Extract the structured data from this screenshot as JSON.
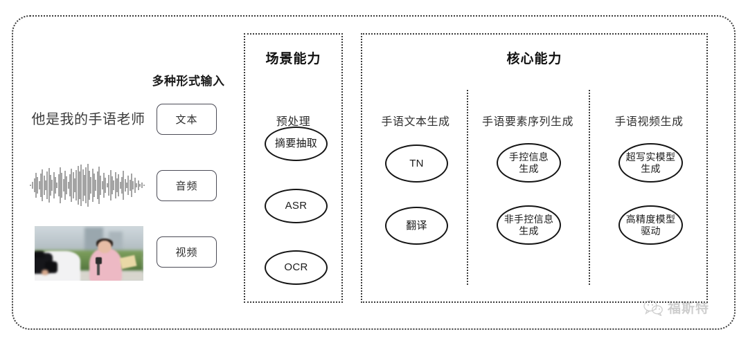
{
  "diagram": {
    "input_section": {
      "heading": "多种形式输入",
      "sample_text": "他是我的手语老师",
      "waveform_name": "audio-waveform",
      "video_thumb_name": "video-thumbnail",
      "chips": [
        {
          "label": "文本"
        },
        {
          "label": "音频"
        },
        {
          "label": "视频"
        }
      ]
    },
    "scene_panel": {
      "title": "场景能力",
      "subtitle": "预处理",
      "nodes": [
        {
          "label": "摘要抽取"
        },
        {
          "label": "ASR"
        },
        {
          "label": "OCR"
        }
      ]
    },
    "core_panel": {
      "title": "核心能力",
      "columns": [
        {
          "heading": "手语文本生成",
          "nodes": [
            {
              "line1": "TN",
              "line2": ""
            },
            {
              "line1": "翻译",
              "line2": ""
            }
          ]
        },
        {
          "heading": "手语要素序列生成",
          "nodes": [
            {
              "line1": "手控信息",
              "line2": "生成"
            },
            {
              "line1": "非手控信息",
              "line2": "生成"
            }
          ]
        },
        {
          "heading": "手语视频生成",
          "nodes": [
            {
              "line1": "超写实模型",
              "line2": "生成"
            },
            {
              "line1": "高精度模型",
              "line2": "驱动"
            }
          ]
        }
      ]
    },
    "watermark": {
      "icon": "wechat-bubble-icon",
      "text": "福斯特"
    },
    "colors": {
      "border": "#3a3a3a",
      "node_outline": "#141414",
      "chip_outline": "#4a4a55",
      "text": "#1c1c1c",
      "watermark": "#8d8d8d"
    }
  }
}
